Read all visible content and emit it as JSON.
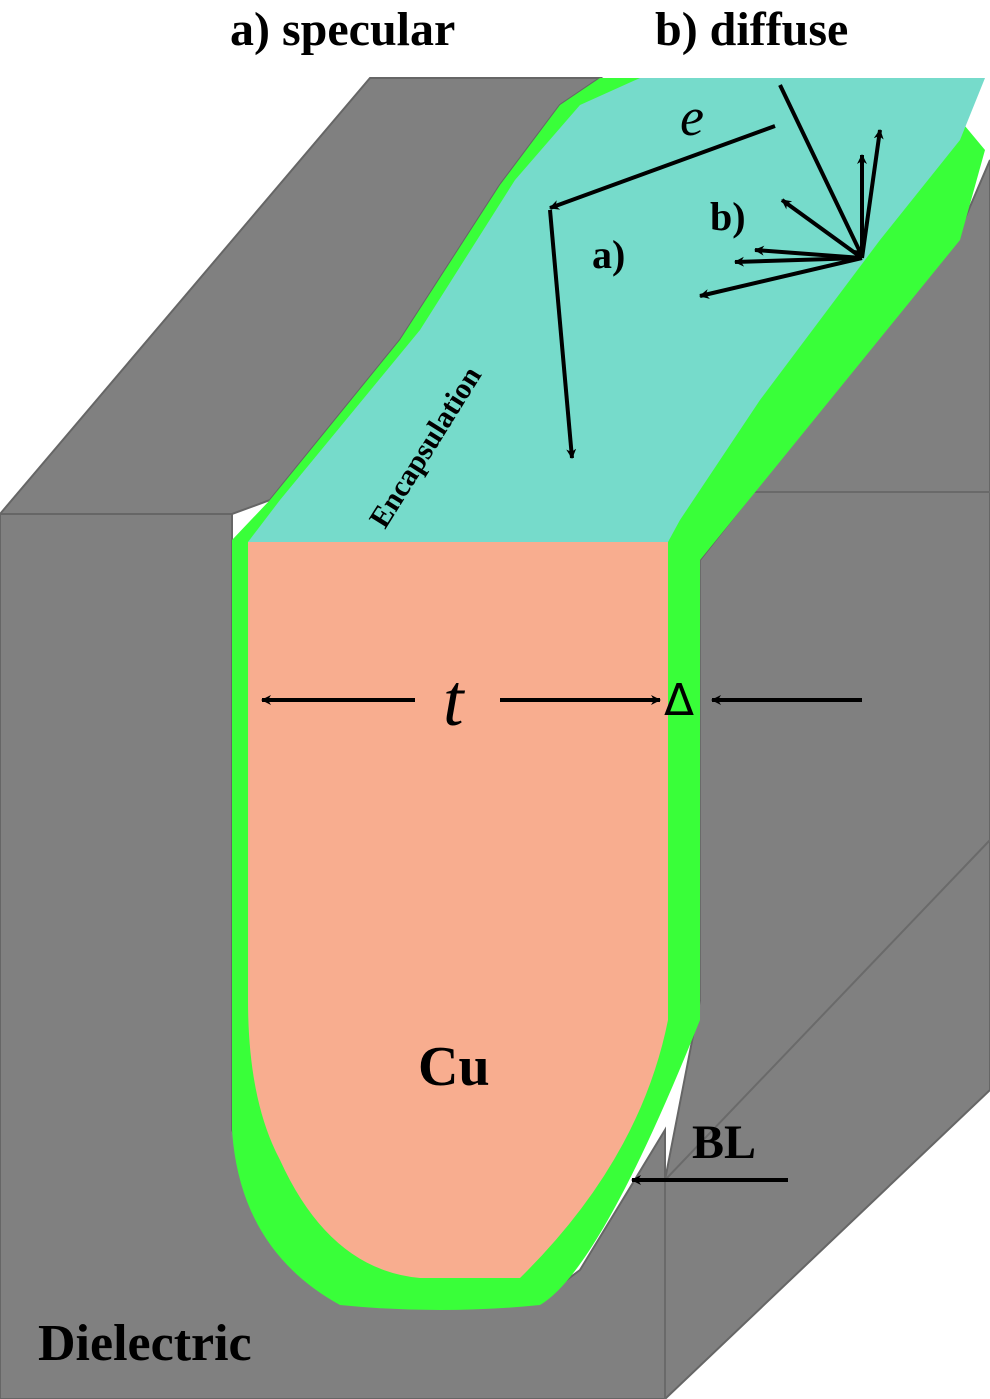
{
  "header": {
    "specular_label": "a) specular",
    "diffuse_label": "b) diffuse"
  },
  "labels": {
    "electron": "e",
    "specular_marker": "a)",
    "diffuse_marker": "b)",
    "encapsulation": "Encapsulation",
    "thickness": "t",
    "barrier_thickness": "Δ",
    "copper": "Cu",
    "barrier_layer": "BL",
    "dielectric": "Dielectric"
  },
  "colors": {
    "dielectric": "#808080",
    "barrier": "#39ff39",
    "copper": "#f8ad8f",
    "encapsulation": "#76dbcb",
    "text": "#000000"
  }
}
